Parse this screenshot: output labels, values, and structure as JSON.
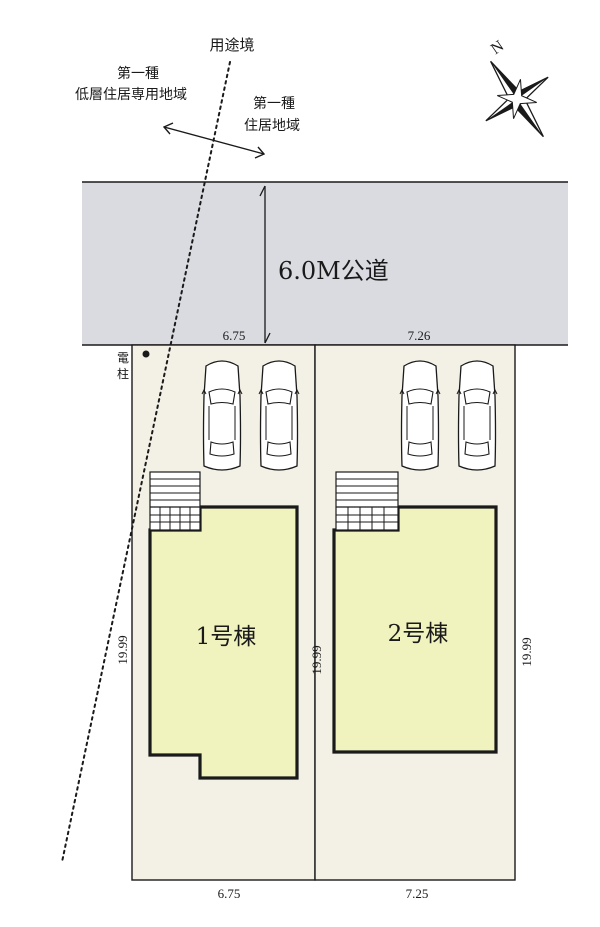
{
  "zoning": {
    "boundary_label": "用途境",
    "left_zone_line1": "第一種",
    "left_zone_line2": "低層住居専用地域",
    "right_zone_line1": "第一種",
    "right_zone_line2": "住居地域"
  },
  "compass": {
    "north_label": "N"
  },
  "road": {
    "label": "6.0M公道"
  },
  "utility_pole": {
    "label_line1": "電",
    "label_line2": "柱"
  },
  "lot1": {
    "name": "1号棟",
    "frontage": "6.75",
    "rear": "6.75",
    "left_depth": "19.99",
    "right_depth": "19.99"
  },
  "lot2": {
    "name": "2号棟",
    "frontage": "7.26",
    "rear": "7.25",
    "right_depth": "19.99"
  },
  "colors": {
    "road": "#d9dbe0",
    "lot": "#f3f1e6",
    "building": "#f1f3bf",
    "line": "#1a1a1a"
  }
}
